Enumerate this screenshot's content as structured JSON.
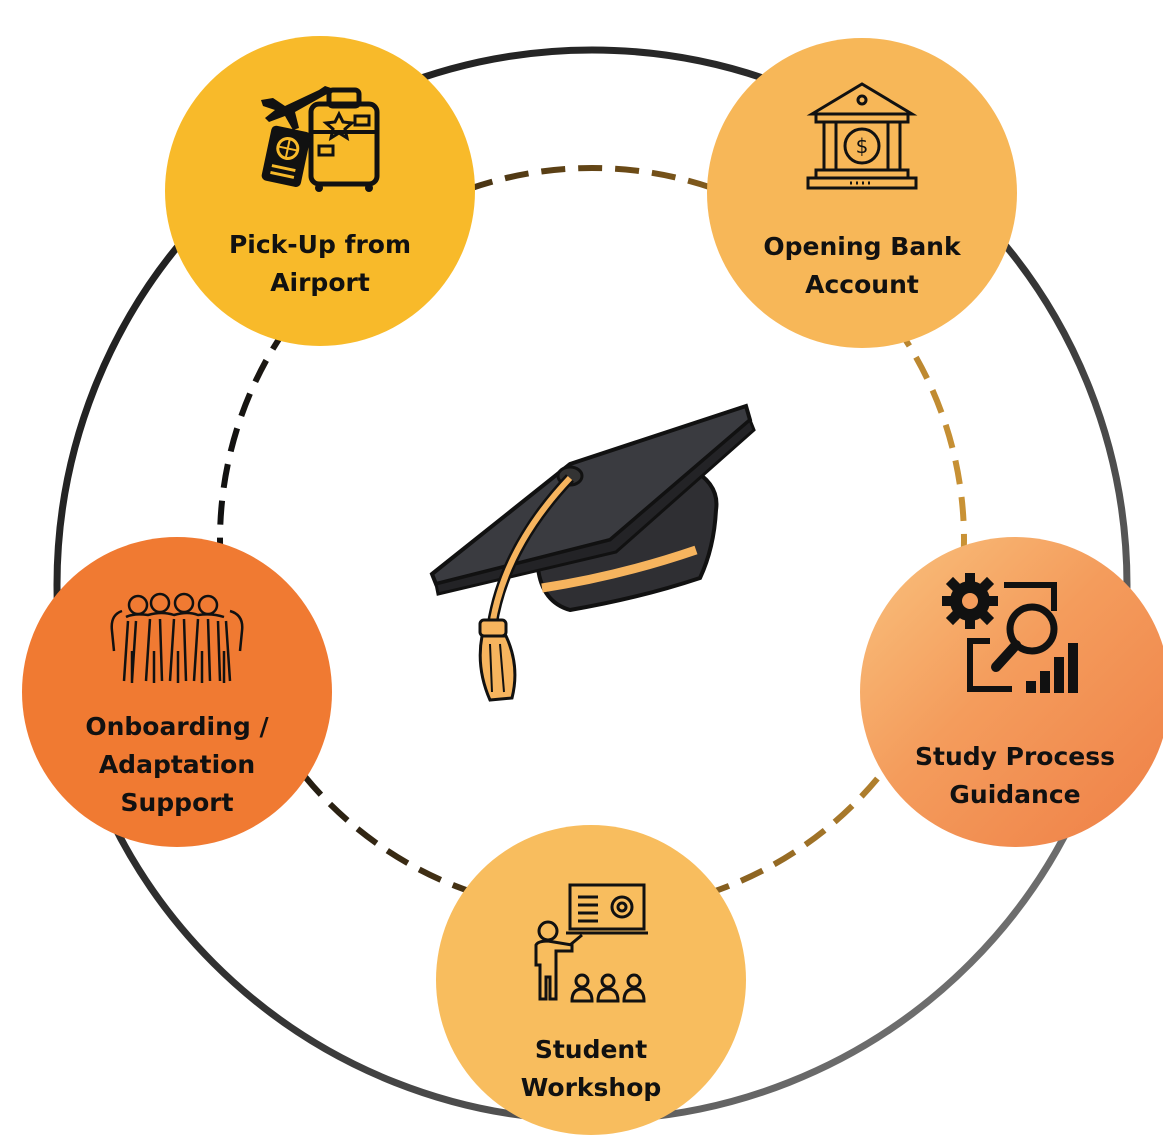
{
  "nodes": {
    "airport": {
      "label": "Pick-Up from\nAirport",
      "icon": "airplane-luggage-passport-icon"
    },
    "bank": {
      "label": "Opening Bank\nAccount",
      "icon": "bank-building-dollar-icon"
    },
    "onboarding": {
      "label": "Onboarding /\nAdaptation\nSupport",
      "icon": "group-of-people-icon"
    },
    "study": {
      "label": "Study Process\nGuidance",
      "icon": "gear-magnifier-chart-icon"
    },
    "workshop": {
      "label": "Student\nWorkshop",
      "icon": "teacher-presentation-icon"
    }
  },
  "center": {
    "icon": "graduation-cap-icon"
  },
  "colors": {
    "airport": "#f8ba2a",
    "bank": "#f7b758",
    "onboarding": "#f07a32",
    "study": "#f49c5c",
    "workshop": "#f8bd5e",
    "tassel": "#f6b45e",
    "cap": "#2f2f33"
  }
}
